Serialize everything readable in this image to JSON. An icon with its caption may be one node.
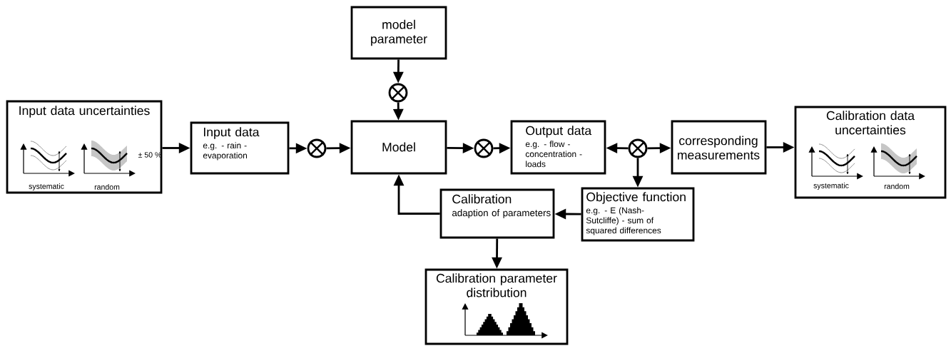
{
  "diagram": {
    "nodes": [
      {
        "text": [
          "Input data uncertainties",
          "systematic",
          "random",
          "± 50 %"
        ]
      },
      {
        "text": [
          "Input data",
          "e.g. - rain - evaporation"
        ]
      },
      {
        "text": [],
        "shape": "circle"
      },
      {
        "text": [
          "model parameter"
        ]
      },
      {
        "text": [],
        "shape": "circle"
      },
      {
        "text": [
          "Model"
        ]
      },
      {
        "text": [],
        "shape": "circle"
      },
      {
        "text": [
          "Output data",
          "e.g. - flow - concentration - loads"
        ]
      },
      {
        "text": [],
        "shape": "circle"
      },
      {
        "text": [
          "corresponding measurements"
        ]
      },
      {
        "text": [
          "Calibration data uncertainties",
          "systematic",
          "random"
        ]
      },
      {
        "text": [
          "Objective function",
          "e.g. - E (Nash-Sutcliffe) - sum of squared differences"
        ]
      },
      {
        "text": [
          "Calibration",
          "adaption of parameters"
        ]
      },
      {
        "text": [
          "Calibration parameter distribution"
        ]
      }
    ],
    "edges": [
      {
        "from": 0,
        "to": 1,
        "arrow": "to"
      },
      {
        "from": 1,
        "to": 2,
        "arrow": "to"
      },
      {
        "from": 2,
        "to": 5,
        "arrow": "to"
      },
      {
        "from": 3,
        "to": 4,
        "arrow": "to"
      },
      {
        "from": 4,
        "to": 5,
        "arrow": "to"
      },
      {
        "from": 5,
        "to": 6,
        "arrow": "to"
      },
      {
        "from": 6,
        "to": 7,
        "arrow": "to"
      },
      {
        "from": 8,
        "to": 7,
        "arrow": "to"
      },
      {
        "from": 8,
        "to": 9,
        "arrow": "to"
      },
      {
        "from": 9,
        "to": 10,
        "arrow": "to"
      },
      {
        "from": 8,
        "to": 11,
        "arrow": "to"
      },
      {
        "from": 11,
        "to": 12,
        "arrow": "to"
      },
      {
        "from": 12,
        "to": 5,
        "arrow": "to"
      },
      {
        "from": 12,
        "to": 13,
        "arrow": "to"
      }
    ]
  }
}
